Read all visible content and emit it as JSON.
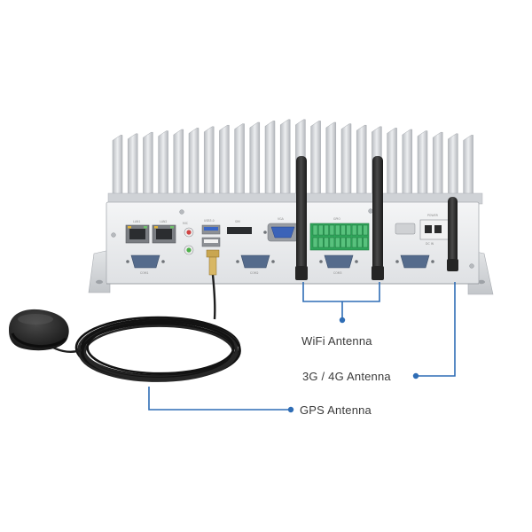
{
  "callouts": {
    "wifi": "WiFi Antenna",
    "cellular": "3G / 4G Antenna",
    "gps": "GPS Antenna"
  },
  "port_labels": {
    "lan1": "LAN1",
    "lan2": "LAN2",
    "mic": "MIC",
    "usb": "USB3.0",
    "sim": "SIM",
    "vga": "VGA",
    "gpio": "GPIO",
    "com1": "COM1",
    "com2": "COM2",
    "com3": "COM3",
    "power": "POWER",
    "dc_in": "DC IN"
  },
  "colors": {
    "callout_line": "#2f6db5",
    "callout_dot": "#2f6db5",
    "chassis": "#d9dbde",
    "fin": "#c8cbcf",
    "antenna": "#2b2b2b",
    "terminal_block": "#2fa55a",
    "vga_port": "#3b63b8"
  }
}
